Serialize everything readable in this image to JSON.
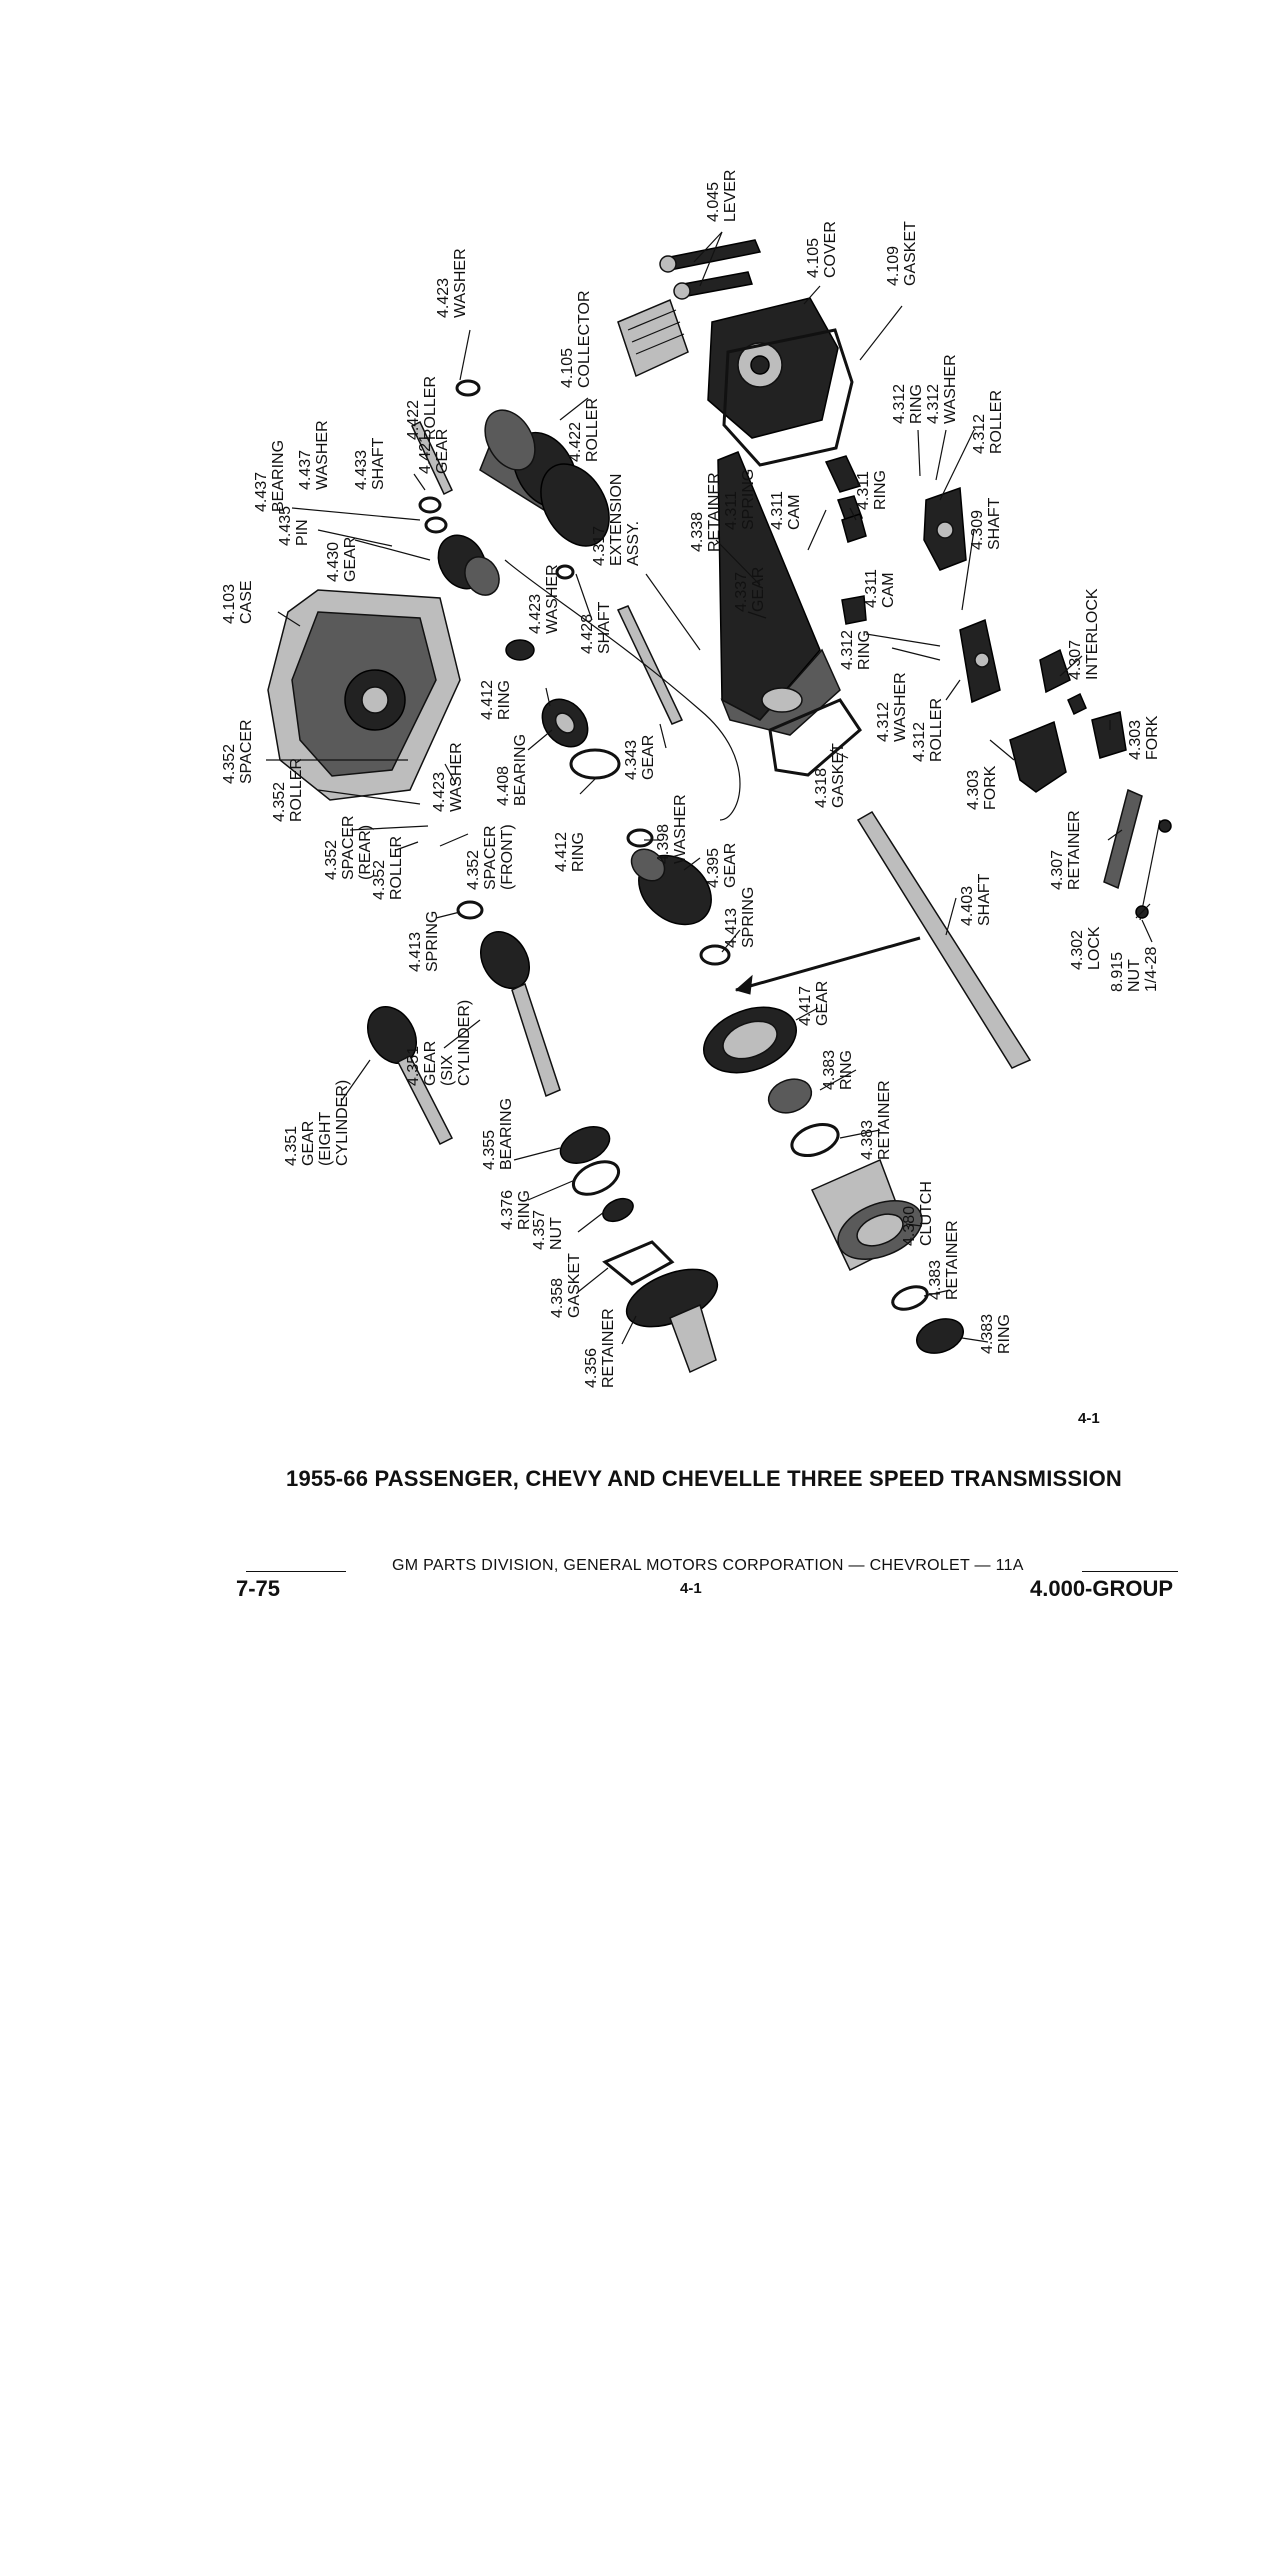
{
  "labels": {
    "lever": [
      "4.045",
      "LEVER"
    ],
    "cover": [
      "4.105",
      "COVER"
    ],
    "gasket_top": [
      "4.109",
      "GASKET"
    ],
    "washer_top": [
      "4.423",
      "WASHER"
    ],
    "collector": [
      "4.105",
      "COLLECTOR"
    ],
    "roller_422a": [
      "4.422",
      "ROLLER"
    ],
    "gear_421": [
      "4.421",
      "GEAR"
    ],
    "roller_422b": [
      "4.422",
      "ROLLER"
    ],
    "washer_437": [
      "4.437",
      "WASHER"
    ],
    "shaft_433": [
      "4.433",
      "SHAFT"
    ],
    "bearing_437": [
      "4.437",
      "BEARING"
    ],
    "pin_435": [
      "4.435",
      "PIN"
    ],
    "gear_430": [
      "4.430",
      "GEAR"
    ],
    "case_103": [
      "4.103",
      "CASE"
    ],
    "extension": [
      "4.317",
      "EXTENSION",
      "ASSY."
    ],
    "retainer_338": [
      "4.338",
      "RETAINER"
    ],
    "spring_311": [
      "4.311",
      "SPRING"
    ],
    "cam_311a": [
      "4.311",
      "CAM"
    ],
    "ring_311": [
      "4.311",
      "RING"
    ],
    "cam_311b": [
      "4.311",
      "CAM"
    ],
    "ring_312a": [
      "4.312",
      "RING"
    ],
    "washer_312a": [
      "4.312",
      "WASHER"
    ],
    "roller_312a": [
      "4.312",
      "ROLLER"
    ],
    "shaft_309": [
      "4.309",
      "SHAFT"
    ],
    "washer_423b": [
      "4.423",
      "WASHER"
    ],
    "shaft_428": [
      "4.428",
      "SHAFT"
    ],
    "gear_337": [
      "4.337",
      "GEAR"
    ],
    "ring_312b": [
      "4.312",
      "RING"
    ],
    "washer_312b": [
      "4.312",
      "WASHER"
    ],
    "roller_312b": [
      "4.312",
      "ROLLER"
    ],
    "interlock": [
      "4.307",
      "INTERLOCK"
    ],
    "fork_303a": [
      "4.303",
      "FORK"
    ],
    "fork_303b": [
      "4.303",
      "FORK"
    ],
    "ring_412a": [
      "4.412",
      "RING"
    ],
    "washer_423c": [
      "4.423",
      "WASHER"
    ],
    "bearing_408": [
      "4.408",
      "BEARING"
    ],
    "gear_343": [
      "4.343",
      "GEAR"
    ],
    "gasket_318": [
      "4.318",
      "GASKET"
    ],
    "spacer_352": [
      "4.352",
      "SPACER"
    ],
    "roller_352a": [
      "4.352",
      "ROLLER"
    ],
    "spacer_rear": [
      "4.352",
      "SPACER",
      "(REAR)"
    ],
    "roller_352b": [
      "4.352",
      "ROLLER"
    ],
    "spacer_front": [
      "4.352",
      "SPACER",
      "(FRONT)"
    ],
    "ring_412b": [
      "4.412",
      "RING"
    ],
    "washer_398": [
      "4.398",
      "WASHER"
    ],
    "gear_395": [
      "4.395",
      "GEAR"
    ],
    "spring_413a": [
      "4.413",
      "SPRING"
    ],
    "spring_413b": [
      "4.413",
      "SPRING"
    ],
    "shaft_403": [
      "4.403",
      "SHAFT"
    ],
    "retainer_307": [
      "4.307",
      "RETAINER"
    ],
    "lock_302": [
      "4.302",
      "LOCK"
    ],
    "nut_915": [
      "8.915",
      "NUT",
      "1/4-28"
    ],
    "gear_six": [
      "4.351",
      "GEAR",
      "(SIX",
      "CYLINDER)"
    ],
    "gear_eight": [
      "4.351",
      "GEAR",
      "(EIGHT",
      "CYLINDER)"
    ],
    "gear_417": [
      "4.417",
      "GEAR"
    ],
    "ring_383a": [
      "4.383",
      "RING"
    ],
    "retainer_383a": [
      "4.383",
      "RETAINER"
    ],
    "bearing_355": [
      "4.355",
      "BEARING"
    ],
    "ring_376": [
      "4.376",
      "RING"
    ],
    "nut_357": [
      "4.357",
      "NUT"
    ],
    "clutch_380": [
      "4.380",
      "CLUTCH"
    ],
    "gasket_358": [
      "4.358",
      "GASKET"
    ],
    "retainer_383b": [
      "4.383",
      "RETAINER"
    ],
    "retainer_356": [
      "4.356",
      "RETAINER"
    ],
    "ring_383b": [
      "4.383",
      "RING"
    ]
  },
  "figure_number": "4-1",
  "title": "1955-66 PASSENGER, CHEVY AND CHEVELLE THREE SPEED TRANSMISSION",
  "footer": {
    "division": "GM PARTS DIVISION, GENERAL MOTORS CORPORATION — CHEVROLET — 11A",
    "page": "4-1",
    "date": "7-75",
    "group": "4.000-GROUP"
  }
}
